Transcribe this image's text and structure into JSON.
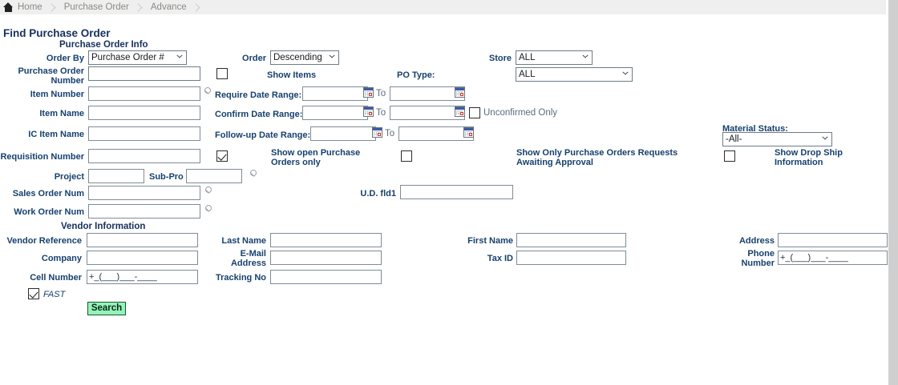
{
  "breadcrumb": {
    "home_icon": "home-icon",
    "items": [
      {
        "label": "Home"
      },
      {
        "label": "Purchase Order"
      },
      {
        "label": "Advance"
      }
    ]
  },
  "page": {
    "title": "Find Purchase Order"
  },
  "sections": {
    "po_info": "Purchase Order Info",
    "vendor_info": "Vendor Information"
  },
  "po_info": {
    "order_by_label": "Order By",
    "order_by_value": "Purchase Order #",
    "order_label": "Order",
    "order_value": "Descending",
    "store_label": "Store",
    "store_value": "ALL",
    "store_sub_value": "ALL",
    "po_number_label": "Purchase Order Number",
    "po_number_value": "",
    "show_items_label": "Show Items",
    "po_type_label": "PO Type:",
    "item_number_label": "Item Number",
    "item_number_value": "",
    "item_name_label": "Item Name",
    "item_name_value": "",
    "ic_item_name_label": "IC Item Name",
    "ic_item_name_value": "",
    "requisition_number_label": "Requisition Number",
    "requisition_number_value": "",
    "project_label": "Project",
    "project_value": "",
    "sub_pro_label": "Sub-Pro",
    "sub_pro_value": "",
    "sales_order_num_label": "Sales Order Num",
    "sales_order_num_value": "",
    "work_order_num_label": "Work Order Num",
    "work_order_num_value": "",
    "require_date_label": "Require Date Range:",
    "confirm_date_label": "Confirm Date Range:",
    "followup_date_label": "Follow-up Date Range:",
    "to_label": "To",
    "require_from_value": "",
    "require_to_value": "",
    "confirm_from_value": "",
    "confirm_to_value": "",
    "followup_from_value": "",
    "followup_to_value": "",
    "unconfirmed_only_label": "Unconfirmed Only",
    "show_open_po_label": "Show open Purchase Orders only",
    "show_awaiting_approval_label": "Show Only Purchase Orders Requests Awaiting Approval",
    "material_status_label": "Material Status:",
    "material_status_value": "-All-",
    "show_drop_ship_label": "Show Drop Ship Information",
    "ud_fld1_label": "U.D. fld1",
    "ud_fld1_value": ""
  },
  "vendor": {
    "vendor_reference_label": "Vendor Reference",
    "vendor_reference_value": "",
    "company_label": "Company",
    "company_value": "",
    "cell_number_label": "Cell Number",
    "cell_number_value": "+_(___)___-____",
    "last_name_label": "Last Name",
    "last_name_value": "",
    "email_address_label": "E-Mail Address",
    "email_address_value": "",
    "tracking_no_label": "Tracking No",
    "tracking_no_value": "",
    "first_name_label": "First Name",
    "first_name_value": "",
    "tax_id_label": "Tax ID",
    "tax_id_value": "",
    "address_label": "Address",
    "address_value": "",
    "phone_number_label": "Phone Number",
    "phone_number_value": "+_(___)___-____"
  },
  "footer": {
    "fast_label": "FAST",
    "search_label": "Search"
  },
  "colors": {
    "label_blue": "#16406e",
    "title_blue": "#16305c",
    "button_green": "#97f2b9",
    "button_border": "#0f5c2e",
    "breadcrumb_bg": "#efefef"
  }
}
